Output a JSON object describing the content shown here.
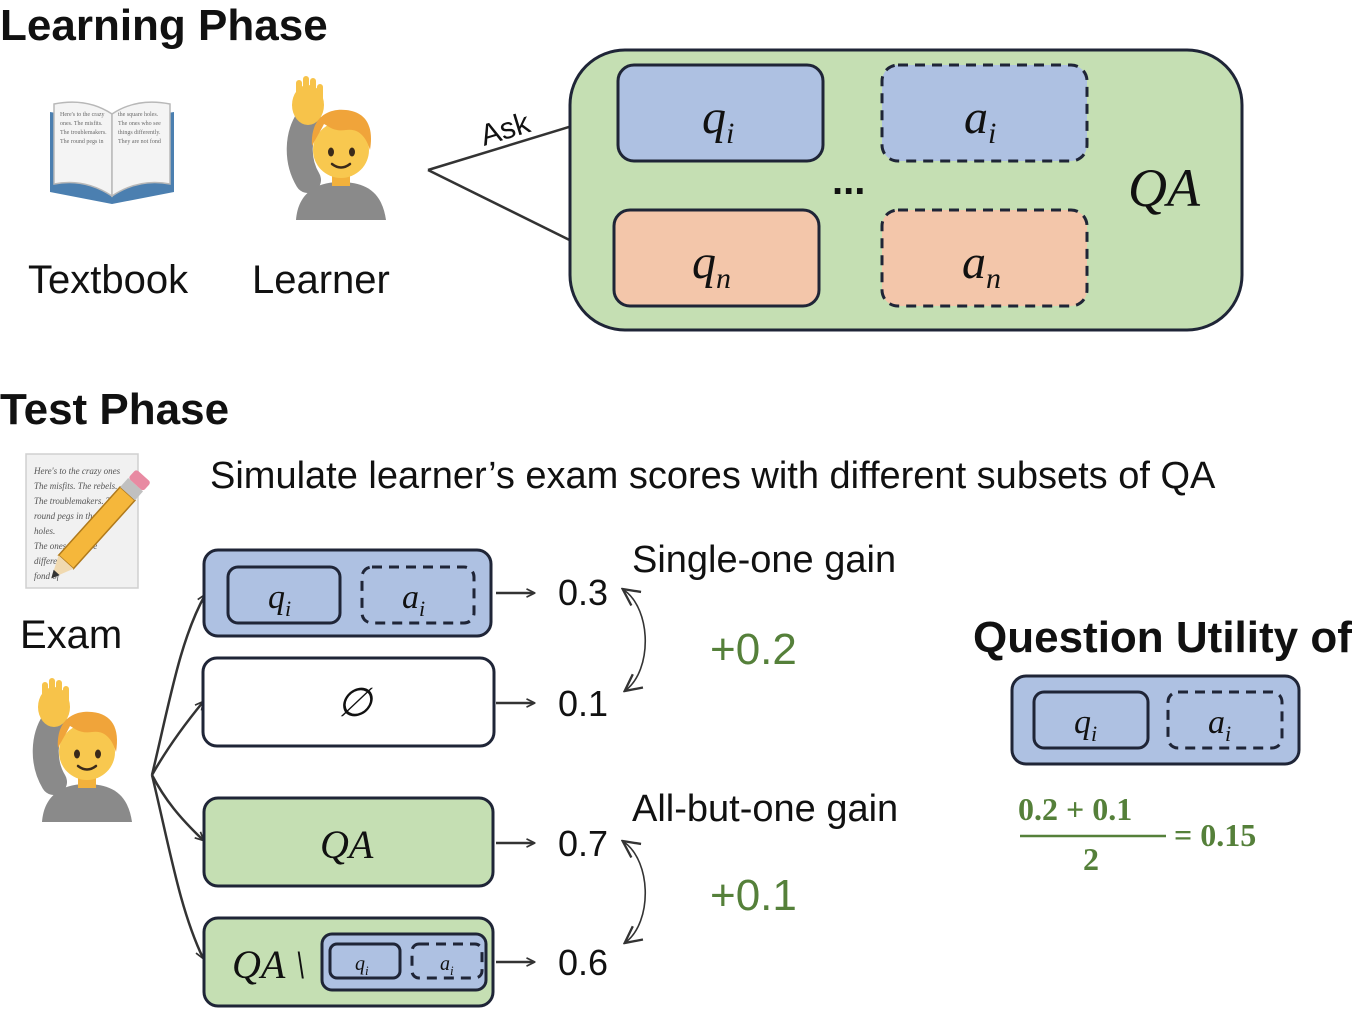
{
  "learning_phase": {
    "heading": "Learning Phase",
    "textbook_label": "Textbook",
    "learner_label": "Learner",
    "ask_label": "Ask",
    "q_sym": "q",
    "a_sym": "a",
    "sub_i": "i",
    "sub_n": "n",
    "ellipsis": "...",
    "qa_label": "QA",
    "textbook_text_lines": [
      "Here's to the crazy",
      "ones. The misfits.",
      "The troublemakers.",
      "The round pegs in",
      "the square holes.",
      "The ones who see",
      "things differently.",
      "They are not fond"
    ]
  },
  "test_phase": {
    "heading": "Test Phase",
    "caption": "Simulate learner’s exam scores with different subsets of QA",
    "exam_label": "Exam",
    "exam_text_lines": [
      "Here's to the crazy ones",
      "The misfits. The rebels.",
      "The troublemakers. The",
      "round pegs in the",
      "holes.",
      "The ones who see",
      "differently.",
      "fond of"
    ],
    "empty_set": "∅",
    "qa_label": "QA",
    "qa_minus": "QA \\",
    "scores": [
      "0.3",
      "0.1",
      "0.7",
      "0.6"
    ],
    "single_gain_label": "Single-one gain",
    "single_gain_value": "+0.2",
    "all_but_gain_label": "All-but-one gain",
    "all_but_gain_value": "+0.1"
  },
  "utility": {
    "title": "Question Utility of",
    "numerator": "0.2 + 0.1",
    "denominator": "2",
    "result": "= 0.15"
  },
  "colors": {
    "blue": "#aec1e2",
    "orange": "#f3c6aa",
    "green": "#c5dfb3",
    "gain_green": "#55803a"
  },
  "icons": [
    "open-book-icon",
    "raising-hand-person-icon",
    "memo-pencil-icon"
  ]
}
